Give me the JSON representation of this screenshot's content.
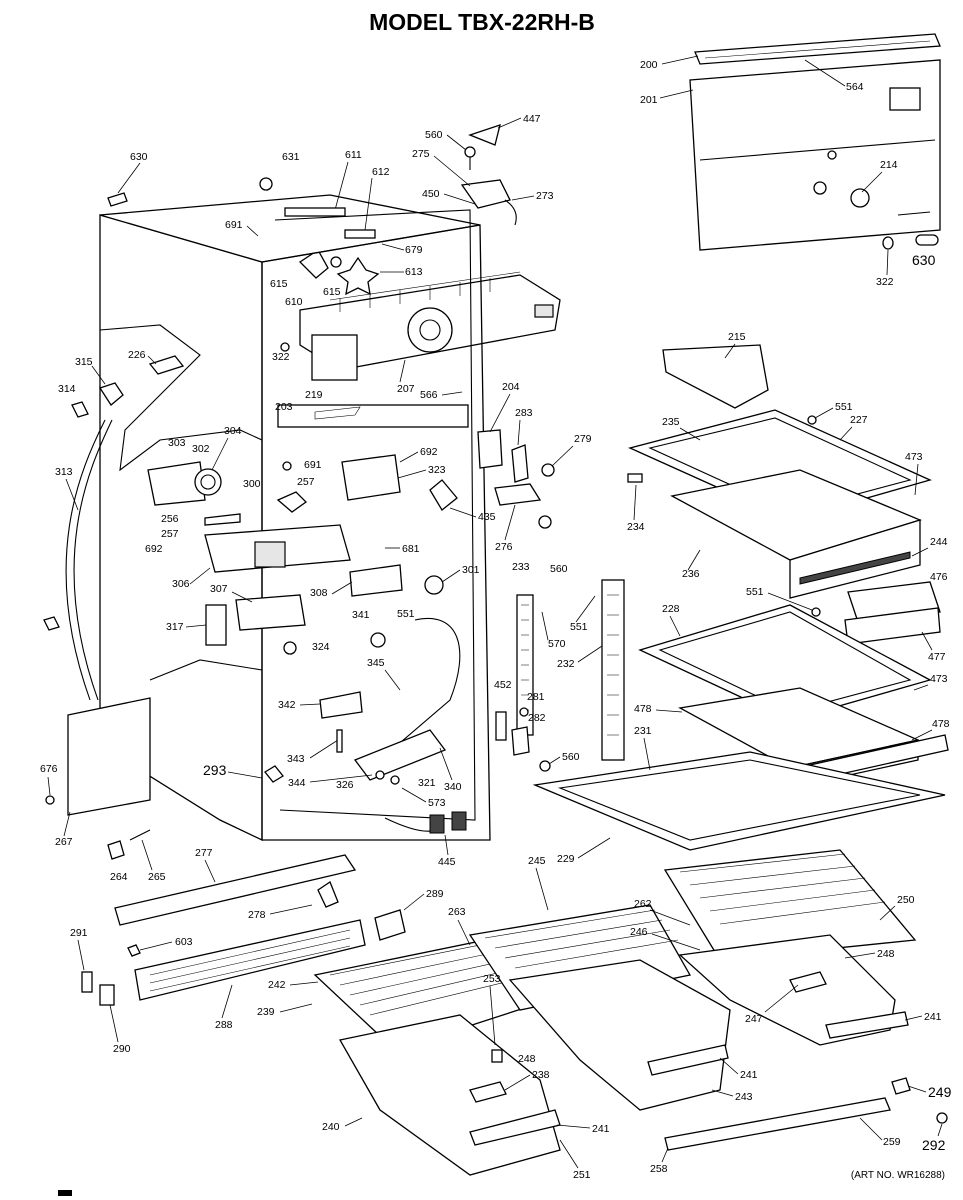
{
  "title": "MODEL TBX-22RH-B",
  "art_number": "(ART NO. WR16288)",
  "callouts": [
    "200",
    "564",
    "201",
    "214",
    "322",
    "630",
    "447",
    "560",
    "275",
    "273",
    "450",
    "630",
    "631",
    "611",
    "612",
    "691",
    "679",
    "615",
    "610",
    "615",
    "613",
    "315",
    "226",
    "322",
    "207",
    "219",
    "566",
    "314",
    "203",
    "204",
    "283",
    "279",
    "303",
    "302",
    "304",
    "692",
    "691",
    "323",
    "313",
    "300",
    "257",
    "435",
    "276",
    "256",
    "257",
    "692",
    "306",
    "681",
    "301",
    "560",
    "233",
    "307",
    "308",
    "317",
    "341",
    "551",
    "570",
    "551",
    "232",
    "324",
    "345",
    "452",
    "281",
    "282",
    "342",
    "343",
    "293",
    "344",
    "326",
    "321",
    "340",
    "573",
    "676",
    "560",
    "267",
    "445",
    "264",
    "265",
    "277",
    "278",
    "289",
    "291",
    "603",
    "288",
    "290",
    "215",
    "551",
    "235",
    "227",
    "473",
    "234",
    "236",
    "244",
    "476",
    "551",
    "477",
    "228",
    "473",
    "478",
    "478",
    "231",
    "229",
    "245",
    "263",
    "262",
    "246",
    "250",
    "248",
    "247",
    "242",
    "253",
    "239",
    "248",
    "238",
    "241",
    "243",
    "241",
    "240",
    "241",
    "251",
    "249",
    "259",
    "258",
    "292"
  ]
}
